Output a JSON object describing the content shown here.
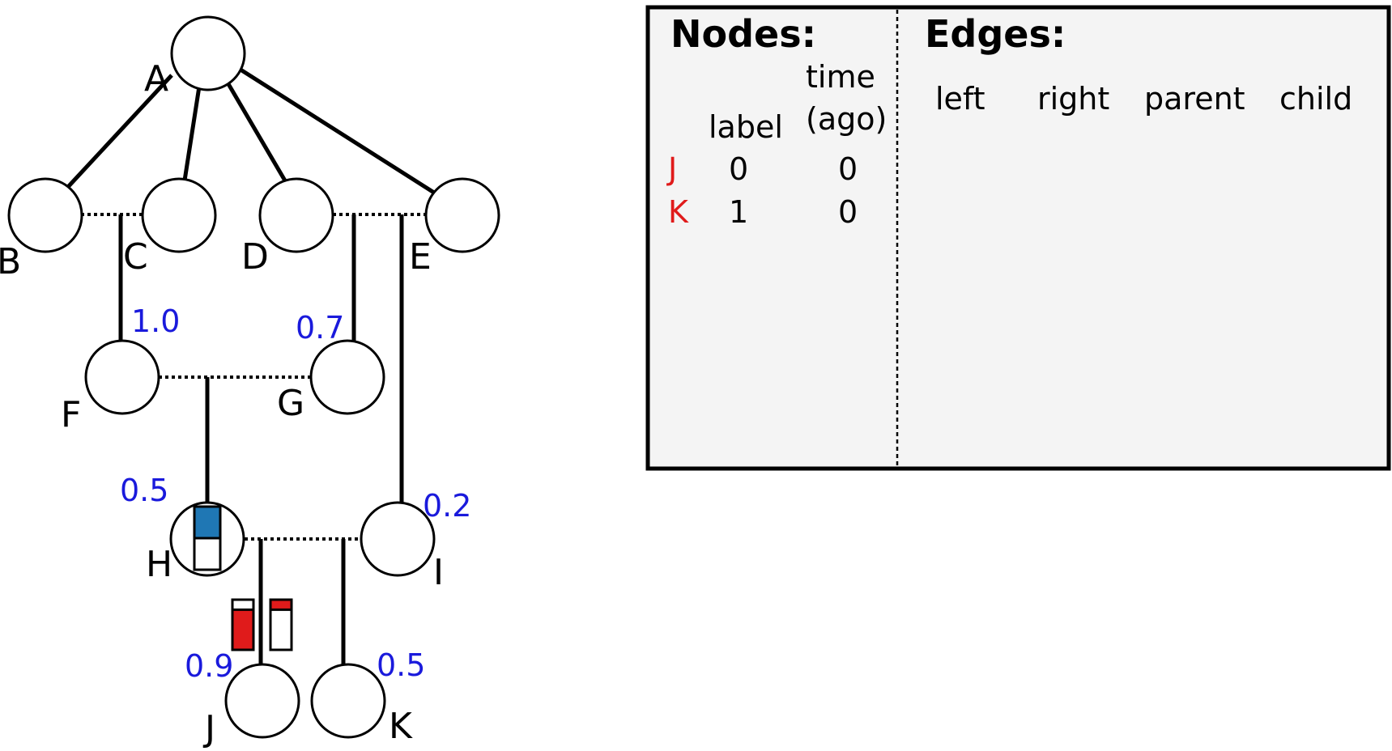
{
  "colors": {
    "weight_text": "#1a1adc",
    "row_label": "#e01b1b",
    "bar_blue": "#1f77b4",
    "bar_red": "#e01b1b",
    "panel_bg": "#f4f4f4"
  },
  "tree": {
    "nodes": {
      "A": "A",
      "B": "B",
      "C": "C",
      "D": "D",
      "E": "E",
      "F": "F",
      "G": "G",
      "H": "H",
      "I": "I",
      "J": "J",
      "K": "K"
    },
    "weights": {
      "c_f": "1.0",
      "de_g": "0.7",
      "fg_h": "0.5",
      "de_i": "0.2",
      "hi_j": "0.9",
      "hi_k": "0.5"
    },
    "bars": {
      "h_bar": 0.5,
      "j_bar": 0.8,
      "k_bar": 0.2
    }
  },
  "table": {
    "nodes_header": "Nodes:",
    "edges_header": "Edges:",
    "node_columns": {
      "label": "label",
      "time_line1": "time",
      "time_line2": "(ago)"
    },
    "edge_columns": [
      "left",
      "right",
      "parent",
      "child"
    ],
    "rows": [
      {
        "name": "J",
        "label": "0",
        "time": "0"
      },
      {
        "name": "K",
        "label": "1",
        "time": "0"
      }
    ]
  }
}
